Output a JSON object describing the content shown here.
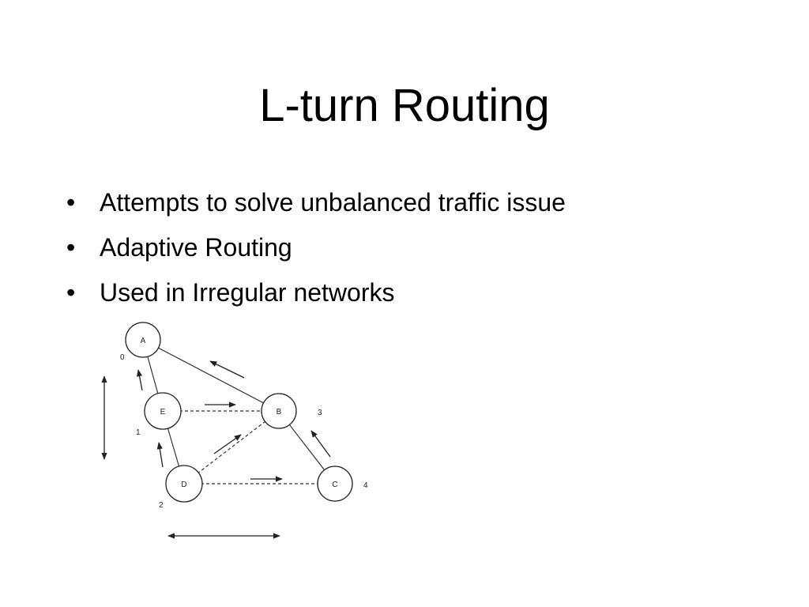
{
  "slide": {
    "title": "L-turn Routing",
    "bullets": [
      "Attempts to solve unbalanced traffic issue",
      "Adaptive Routing",
      "Used in Irregular networks"
    ]
  },
  "diagram": {
    "nodes": [
      {
        "id": "A",
        "label": "A",
        "number": "0"
      },
      {
        "id": "E",
        "label": "E",
        "number": "1"
      },
      {
        "id": "D",
        "label": "D",
        "number": "2"
      },
      {
        "id": "B",
        "label": "B",
        "number": "3"
      },
      {
        "id": "C",
        "label": "C",
        "number": "4"
      }
    ],
    "edges": [
      {
        "from": "A",
        "to": "E",
        "style": "solid"
      },
      {
        "from": "E",
        "to": "D",
        "style": "solid"
      },
      {
        "from": "A",
        "to": "B",
        "style": "solid"
      },
      {
        "from": "B",
        "to": "C",
        "style": "solid"
      },
      {
        "from": "E",
        "to": "B",
        "style": "dashed"
      },
      {
        "from": "D",
        "to": "B",
        "style": "dashed"
      },
      {
        "from": "D",
        "to": "C",
        "style": "dashed"
      }
    ],
    "colors": {
      "line": "#333333",
      "node_fill": "#ffffff",
      "node_stroke": "#222222"
    }
  }
}
